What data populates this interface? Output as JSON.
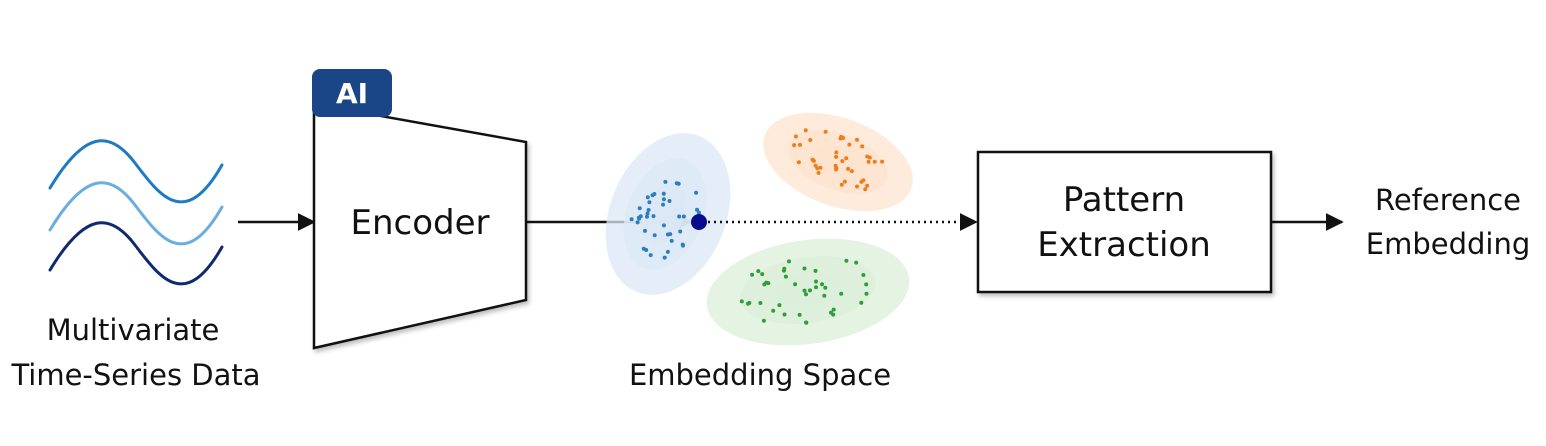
{
  "input": {
    "label_line1": "Multivariate",
    "label_line2": "Time-Series Data",
    "wave_colors": [
      "#1f7ac4",
      "#6aaee0",
      "#0f2a6e"
    ]
  },
  "encoder": {
    "badge": "AI",
    "badge_color": "#1a4687",
    "label": "Encoder"
  },
  "embedding": {
    "label": "Embedding Space",
    "clusters": [
      {
        "name": "blue",
        "color": "#2a7fbf",
        "halo": "#dce8f5"
      },
      {
        "name": "orange",
        "color": "#f07d1a",
        "halo": "#fde4cf"
      },
      {
        "name": "green",
        "color": "#2e9e3a",
        "halo": "#dcefd9"
      }
    ],
    "query_point_color": "#0a0a8c"
  },
  "pattern": {
    "line1": "Pattern",
    "line2": "Extraction"
  },
  "output": {
    "line1": "Reference",
    "line2": "Embedding"
  }
}
